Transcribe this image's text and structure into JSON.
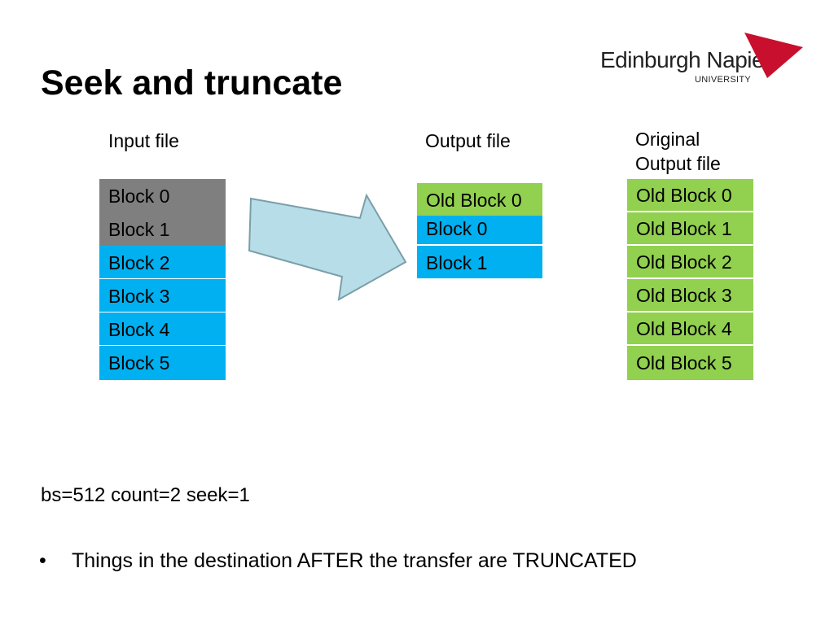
{
  "slide": {
    "title": "Seek and truncate",
    "logo": {
      "name": "Edinburgh Napier",
      "sub": "UNIVERSITY"
    },
    "columns": {
      "input_label": "Input file",
      "output_label": "Output file",
      "original_label_line1": "Original",
      "original_label_line2": "Output file"
    },
    "input_blocks": [
      "Block 0",
      "Block 1",
      "Block 2",
      "Block 3",
      "Block 4",
      "Block 5"
    ],
    "output_blocks": [
      "Old Block 0",
      "Block 0",
      "Block 1"
    ],
    "original_blocks": [
      "Old Block 0",
      "Old Block 1",
      "Old Block 2",
      "Old Block 3",
      "Old Block 4",
      "Old Block 5"
    ],
    "command": "bs=512 count=2 seek=1",
    "bullet_marker": "•",
    "bullet_text": "Things in the destination AFTER the transfer are TRUNCATED",
    "colors": {
      "gray": "#7f7f7f",
      "blue": "#00b0f0",
      "green": "#92d050",
      "arrow_fill": "#b7dde8",
      "arrow_stroke": "#7a9fa8",
      "flag": "#c8102e"
    }
  }
}
